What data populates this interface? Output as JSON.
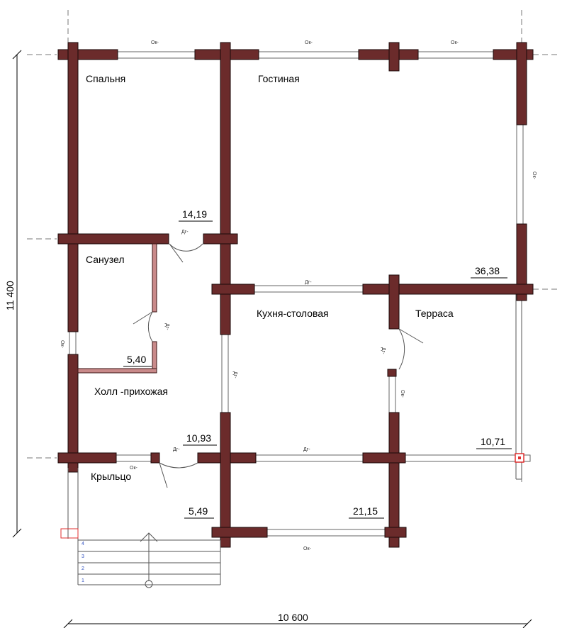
{
  "rooms": {
    "bedroom": "Спальня",
    "living": "Гостиная",
    "bathroom": "Санузел",
    "kitchen": "Кухня-столовая",
    "terrace": "Терраса",
    "hall": "Холл -прихожая",
    "porch": "Крыльцо"
  },
  "areas": {
    "bedroom": "14,19",
    "living": "36,38",
    "bathroom": "5,40",
    "hall": "10,93",
    "terrace": "10,71",
    "porch": "5,49",
    "kitchen": "21,15"
  },
  "dimensions": {
    "height": "11 400",
    "width": "10 600"
  },
  "tags": {
    "window": "Ок-",
    "door": "Дг-"
  },
  "stairs": {
    "steps": [
      "1",
      "2",
      "3",
      "4"
    ]
  },
  "colors": {
    "log_wall": "#6b2b2b",
    "partition": "#c98a8a",
    "marker": "#e03030"
  }
}
